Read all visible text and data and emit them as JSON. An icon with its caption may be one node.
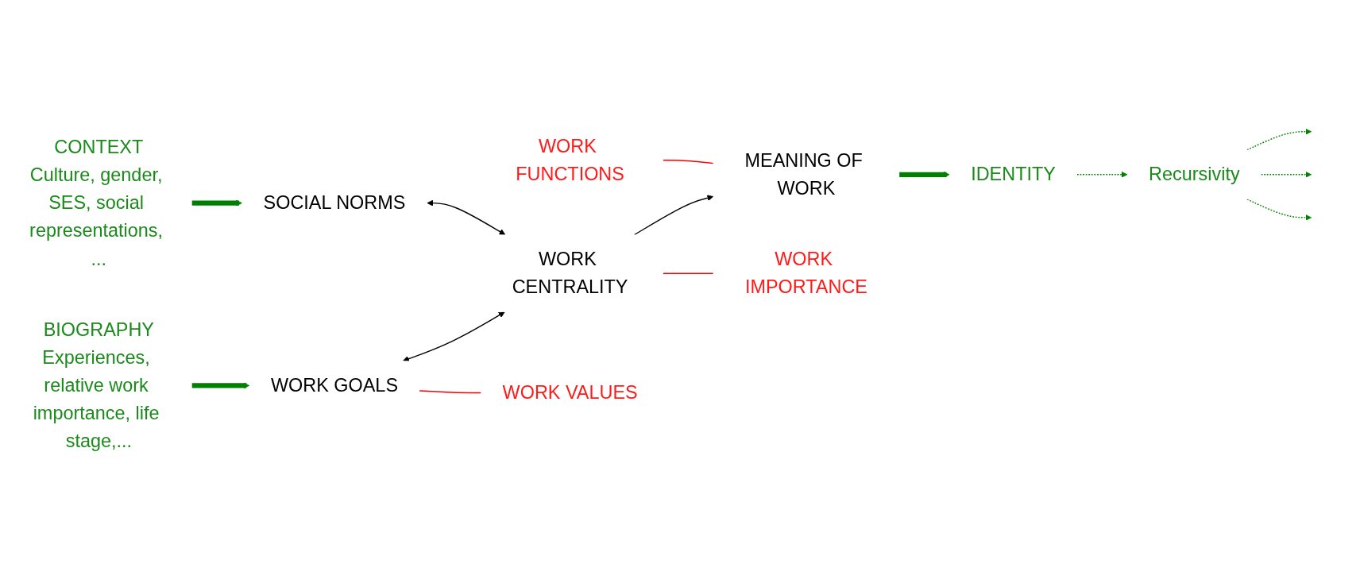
{
  "diagram": {
    "nodes": [
      {
        "text": [
          "CONTEXT",
          "Culture, gender, SES, social representations, ..."
        ]
      },
      {
        "text": [
          "SOCIAL NORMS"
        ]
      },
      {
        "text": [
          "WORK FUNCTIONS"
        ]
      },
      {
        "text": [
          "WORK CENTRALITY"
        ]
      },
      {
        "text": [
          "MEANING OF WORK"
        ]
      },
      {
        "text": [
          "BIOGRAPHY",
          "Experiences, relative work importance, life stage,..."
        ]
      },
      {
        "text": [
          "WORK GOALS"
        ]
      },
      {
        "text": [
          "WORK IMPORTANCE"
        ]
      },
      {
        "text": [
          "IDENTITY"
        ]
      },
      {
        "text": [
          "WORK VALUES"
        ]
      },
      {
        "text": [
          "Recursivity"
        ]
      }
    ],
    "edges": [
      {
        "from": 0,
        "to": 1,
        "arrow": "to",
        "style": "thick",
        "color": "#008000"
      },
      {
        "from": 1,
        "to": 3,
        "arrow": "both",
        "color": "#000000"
      },
      {
        "from": 6,
        "to": 3,
        "arrow": "both",
        "color": "#000000"
      },
      {
        "from": 3,
        "to": 4,
        "arrow": "to",
        "color": "#000000"
      },
      {
        "from": 2,
        "to": 4,
        "arrow": "none",
        "color": "#ff0000"
      },
      {
        "from": 3,
        "to": 7,
        "arrow": "none",
        "color": "#ff0000"
      },
      {
        "from": 5,
        "to": 6,
        "arrow": "to",
        "style": "thick",
        "color": "#008000"
      },
      {
        "from": 6,
        "to": 9,
        "arrow": "none",
        "color": "#ff0000"
      },
      {
        "from": 4,
        "to": 8,
        "arrow": "to",
        "style": "thick",
        "color": "#008000"
      },
      {
        "from": 8,
        "to": 10,
        "arrow": "to",
        "style": "dashed",
        "color": "#008000"
      },
      {
        "from": 10,
        "to": null,
        "arrow": "to",
        "style": "dashed",
        "color": "#008000"
      },
      {
        "from": 10,
        "to": null,
        "arrow": "to",
        "style": "dashed",
        "color": "#008000"
      },
      {
        "from": 10,
        "to": null,
        "arrow": "to",
        "style": "dashed",
        "color": "#008000"
      }
    ]
  }
}
